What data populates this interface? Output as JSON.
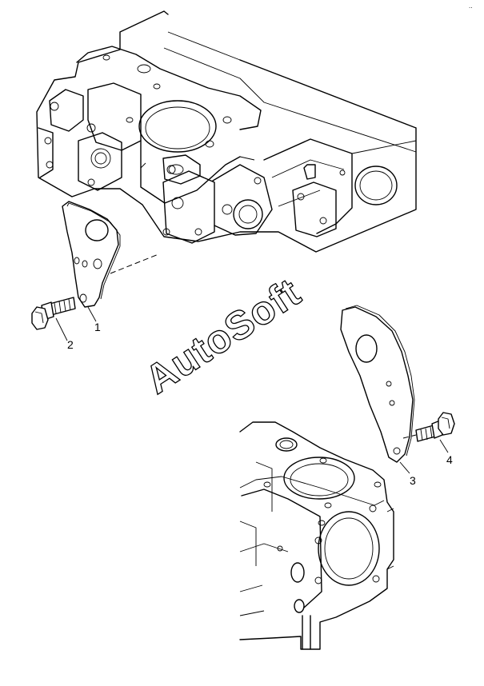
{
  "corner_mark": "..",
  "watermark": "AutoSoft",
  "callouts": {
    "bracket_front": "1",
    "bolt_front": "2",
    "bracket_rear": "3",
    "bolt_rear": "4"
  }
}
